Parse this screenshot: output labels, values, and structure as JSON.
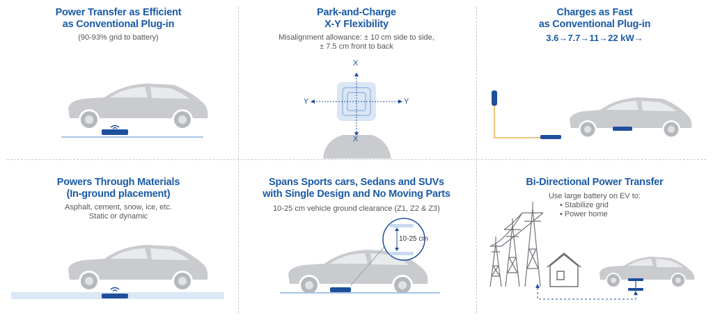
{
  "panels": {
    "p1": {
      "title_line1": "Power Transfer as Efficient",
      "title_line2": "as Conventional Plug-in",
      "sub1": "(90-93% grid to battery)"
    },
    "p2": {
      "title_line1": "Park-and-Charge",
      "title_line2": "X-Y Flexibility",
      "sub1": "Misalignment allowance: ± 10 cm side to side,",
      "sub2": "± 7.5 cm front to back",
      "axis_x": "X",
      "axis_y": "Y"
    },
    "p3": {
      "title_line1": "Charges as Fast",
      "title_line2": "as Conventional Plug-in",
      "speeds": "3.6→7.7→11→22 kW→"
    },
    "p4": {
      "title_line1": "Powers Through Materials",
      "title_line2": "(In-ground placement)",
      "sub1": "Asphalt, cement, snow, ice, etc.",
      "sub2": "Static or dynamic"
    },
    "p5": {
      "title_line1": "Spans Sports cars, Sedans and SUVs",
      "title_line2": "with Single Design and No Moving Parts",
      "sub1": "10-25 cm vehicle ground clearance (Z1, Z2 & Z3)",
      "clearance": "10-25 cm"
    },
    "p6": {
      "title_line1": "Bi-Directional Power Transfer",
      "sub1": "Use large battery on EV to:",
      "bullet1": "• Stabilize grid",
      "bullet2": "• Power home"
    }
  },
  "colors": {
    "accent": "#1a5aa6",
    "pad": "#1f4f9c",
    "car": "#c9cbce",
    "car_dark": "#b5b8bc",
    "ground": "#a9c4e6"
  }
}
